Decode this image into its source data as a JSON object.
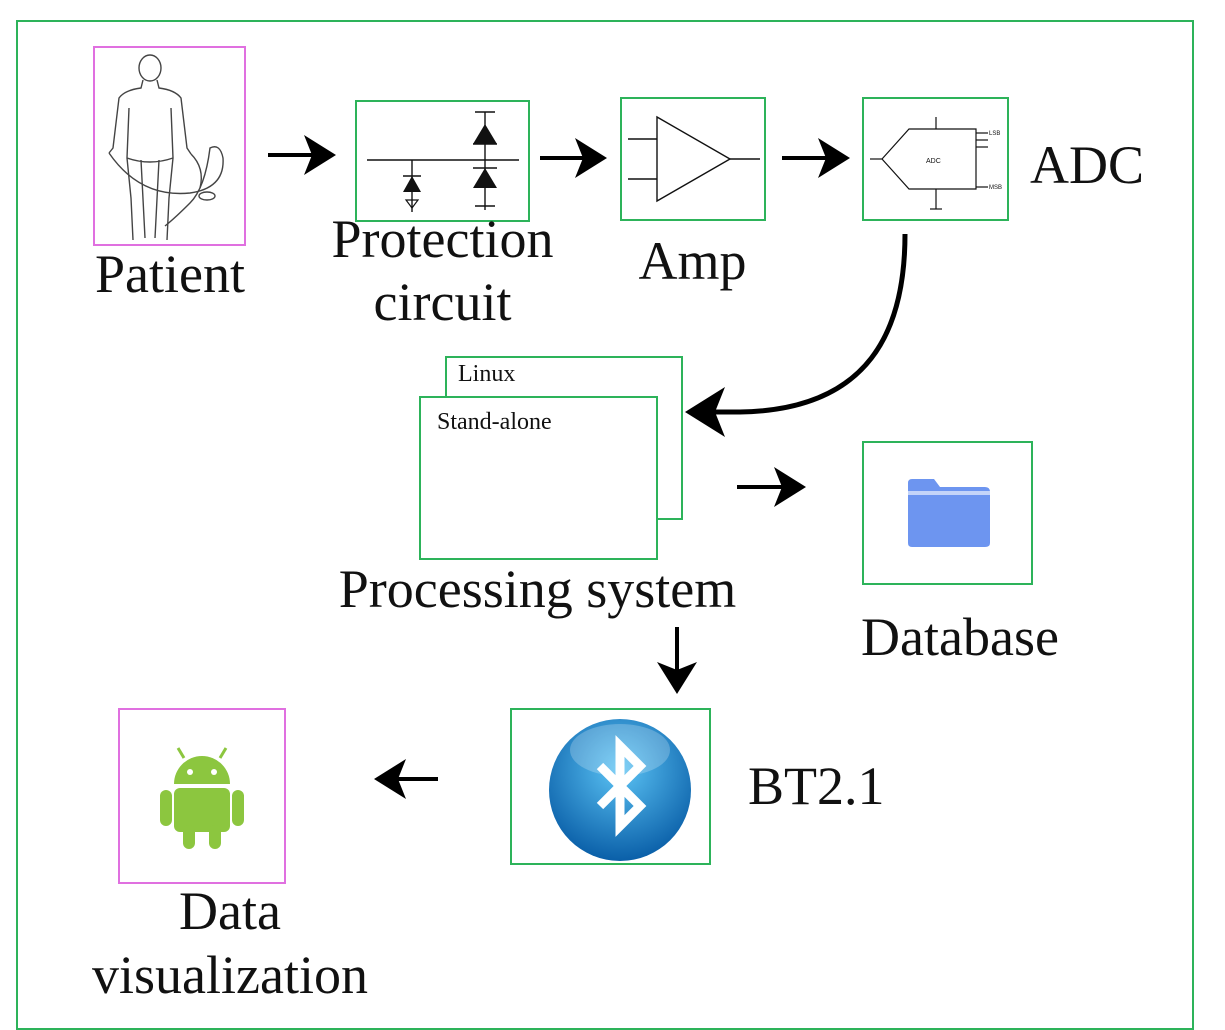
{
  "nodes": {
    "patient": {
      "label": "Patient"
    },
    "protection": {
      "label_line1": "Protection",
      "label_line2": "circuit"
    },
    "amp": {
      "label": "Amp"
    },
    "adc": {
      "label": "ADC",
      "chip_text": "ADC",
      "lsb": "LSB",
      "msb": "MSB"
    },
    "processing": {
      "label": "Processing system",
      "back_panel": "Linux",
      "front_panel": "Stand-alone"
    },
    "database": {
      "label": "Database"
    },
    "bluetooth": {
      "label": "BT2.1"
    },
    "visualization": {
      "label_line1": "Data",
      "label_line2": "visualization"
    }
  },
  "icons": {
    "patient": "human-body-outline-icon",
    "protection": "diode-circuit-icon",
    "amp": "amplifier-triangle-icon",
    "adc": "adc-chip-icon",
    "database": "folder-icon",
    "bluetooth": "bluetooth-icon",
    "visualization": "android-icon"
  },
  "colors": {
    "box_border": "#2db35a",
    "highlight_border": "#e070e0",
    "folder": "#6d95f0",
    "bluetooth": "#1b86d4",
    "android": "#8cc63f"
  }
}
